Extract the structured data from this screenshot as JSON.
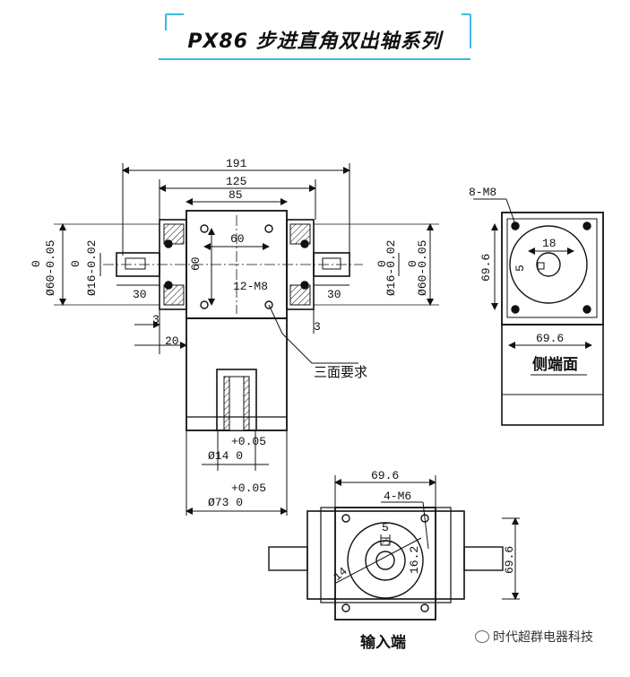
{
  "title": "PX86 步进直角双出轴系列",
  "front_view": {
    "dims": {
      "d191": "191",
      "d125": "125",
      "d85": "85",
      "d60h": "60",
      "d60v": "60",
      "m12": "12-M8",
      "d30l": "30",
      "d30r": "30",
      "d3l": "3",
      "d3r": "3",
      "d20": "20",
      "tol_zero": "0",
      "tol_60": "Ø60-0.05",
      "tol_16": "Ø16-0.02"
    },
    "note_three_faces": "三面要求",
    "bottom": {
      "plus005": "+0.05",
      "phi14": "Ø14 0",
      "plus005b": "+0.05",
      "phi73": "Ø73 0"
    }
  },
  "side_view": {
    "m8": "8-M8",
    "d18": "18",
    "d5": "5",
    "d696v": "69.6",
    "d696h": "69.6",
    "label": "侧端面"
  },
  "input_view": {
    "d696": "69.6",
    "m6": "4-M6",
    "d5": "5",
    "d14": "14",
    "d162": "16.2",
    "d696v": "69.6",
    "label": "输入端"
  },
  "watermark": "时代超群电器科技"
}
